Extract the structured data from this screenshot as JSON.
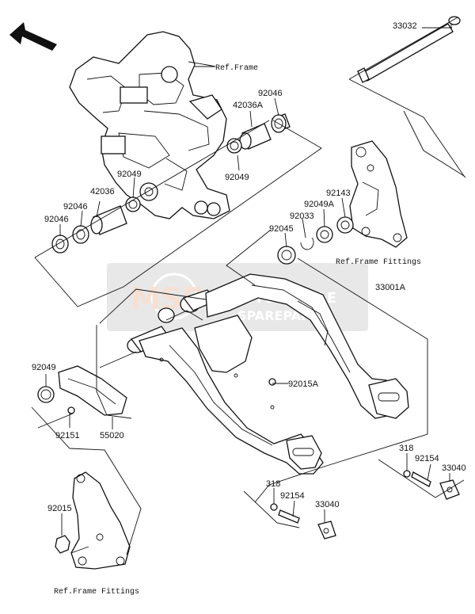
{
  "diagram": {
    "part_labels": {
      "p33032": "33032",
      "p92046_top": "92046",
      "p42036A": "42036A",
      "p92049_mid": "92049",
      "p92049_left": "92049",
      "p42036": "42036",
      "p92046_a": "92046",
      "p92046_b": "92046",
      "p92143": "92143",
      "p92049A": "92049A",
      "p92033": "92033",
      "p92045": "92045",
      "p33001A": "33001A",
      "p92049_low": "92049",
      "p92015A": "92015A",
      "p92151": "92151",
      "p55020": "55020",
      "p318_right": "318",
      "p92154_right": "92154",
      "p33040_right": "33040",
      "p318_low": "318",
      "p92154_low": "92154",
      "p33040_low": "33040",
      "p92015": "92015"
    },
    "ref_labels": {
      "frame": "Ref.Frame",
      "frame_fittings_right": "Ref.Frame Fittings",
      "frame_fittings_bottom": "Ref.Frame Fittings"
    },
    "watermark": {
      "logo": "MSP",
      "line1": "MOTORCYCLE",
      "line2": "SPAREPARTS"
    }
  }
}
